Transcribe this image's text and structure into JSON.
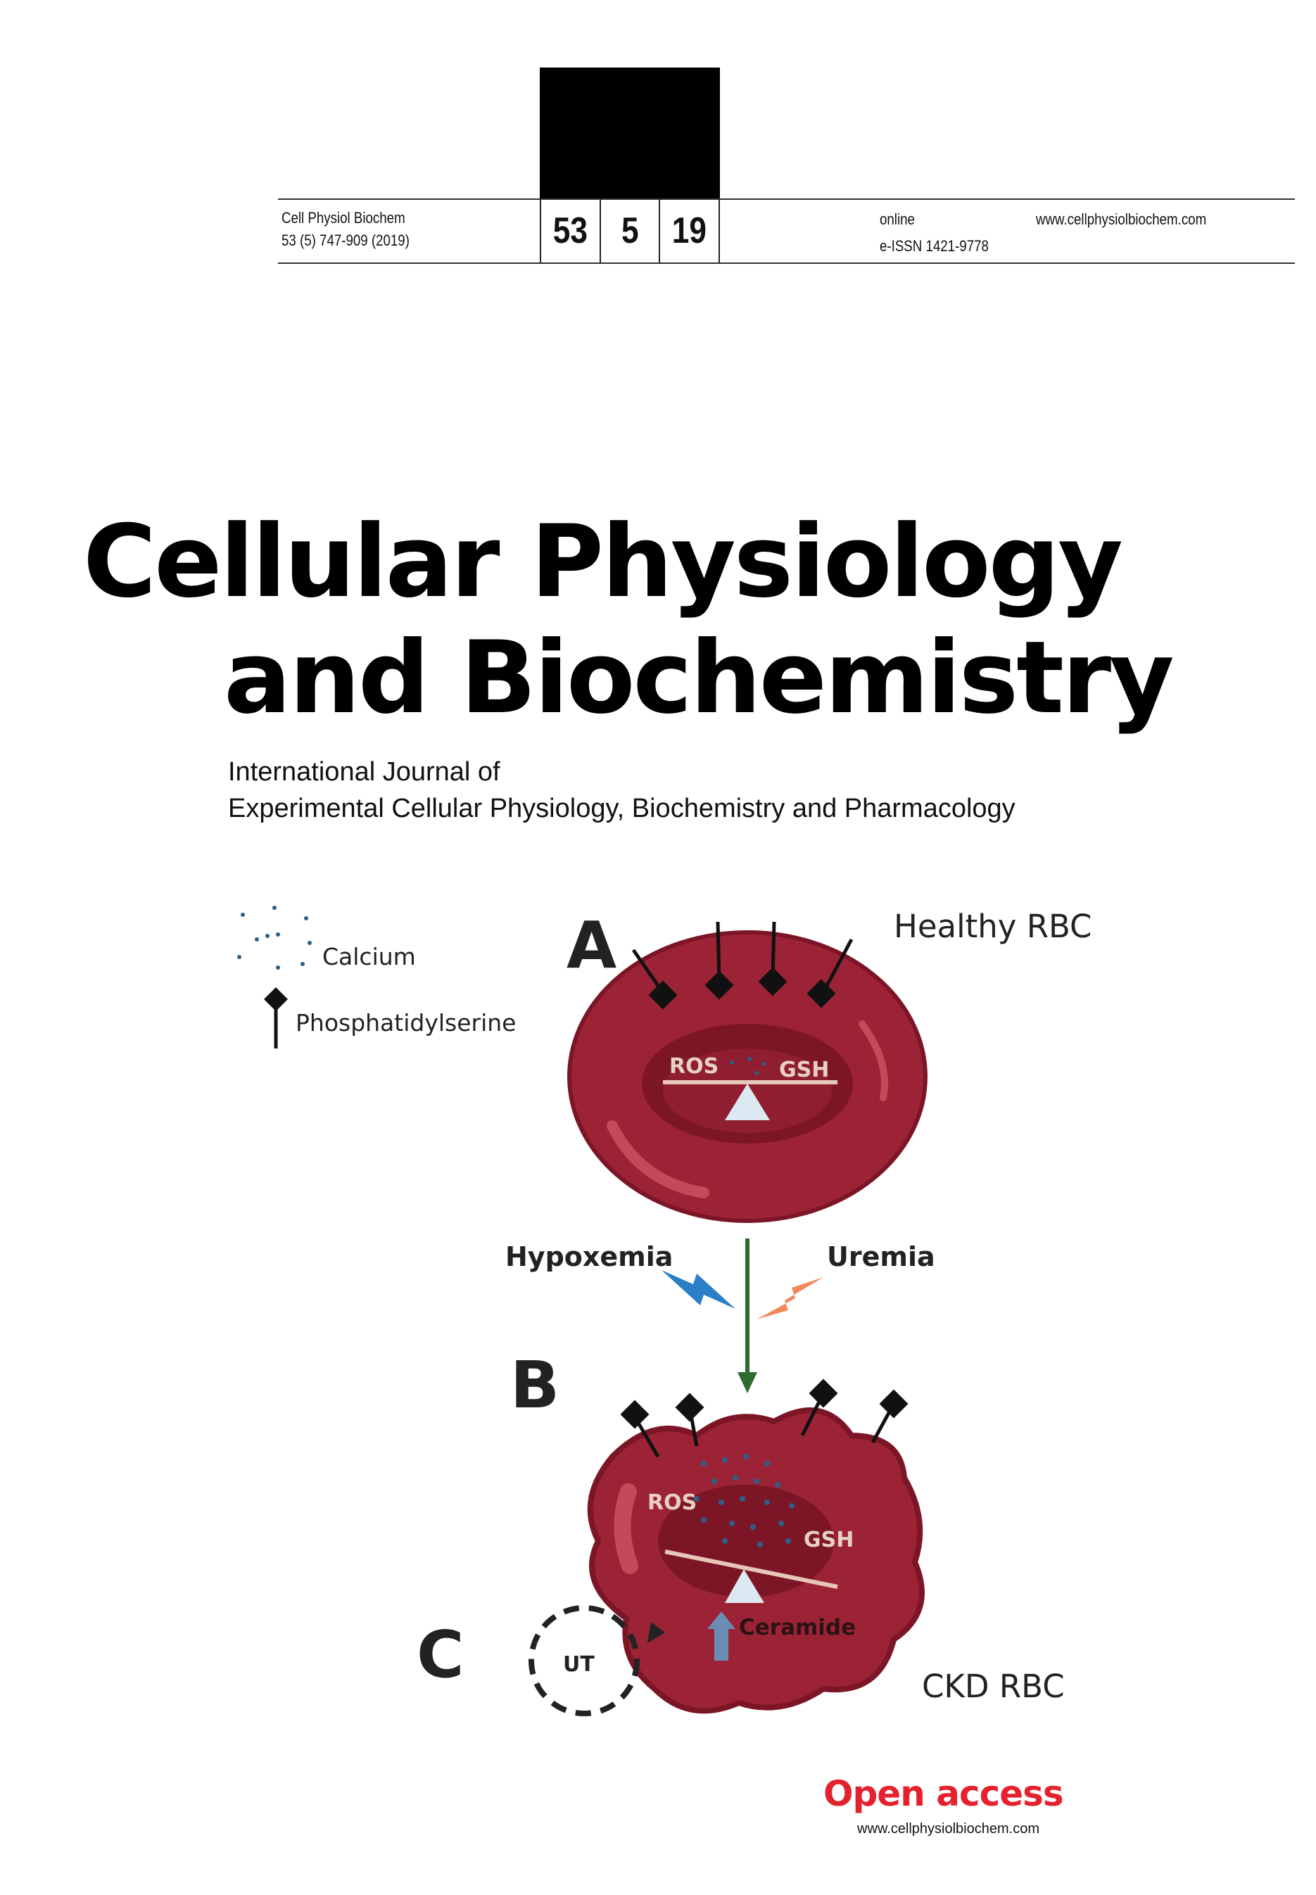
{
  "header": {
    "journal_abbrev": "Cell Physiol Biochem",
    "citation": "53 (5) 747-909 (2019)",
    "volume": "53",
    "issue": "5",
    "year_short": "19",
    "online_label": "online",
    "eissn": "e-ISSN 1421-9778",
    "website": "www.cellphysiolbiochem.com"
  },
  "title": {
    "line1": "Cellular Physiology",
    "line2": "and Biochemistry",
    "subtitle_line1": "International Journal of",
    "subtitle_line2": "Experimental Cellular Physiology, Biochemistry and Pharmacology"
  },
  "figure": {
    "legend_calcium": "Calcium",
    "legend_ps": "Phosphatidylserine",
    "panel_a": "A",
    "panel_b": "B",
    "panel_c": "C",
    "healthy_label": "Healthy RBC",
    "ckd_label": "CKD RBC",
    "hypoxemia": "Hypoxemia",
    "uremia": "Uremia",
    "ros": "ROS",
    "gsh": "GSH",
    "ceramide": "Ceramide",
    "ut": "UT",
    "colors": {
      "cell_red": "#9b2335",
      "cell_dark": "#7c1526",
      "arrow_green": "#2e6b2f",
      "bolt_blue": "#2a7fc7",
      "bolt_orange": "#f08a5d",
      "calcium_dot": "#2c5f8a"
    }
  },
  "footer": {
    "open_access": "Open access",
    "url": "www.cellphysiolbiochem.com"
  }
}
